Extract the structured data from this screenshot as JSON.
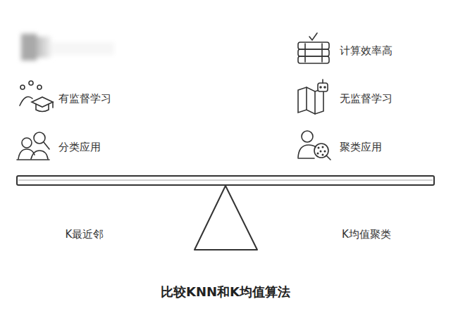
{
  "diagram": {
    "title": "比较KNN和K均值算法",
    "labels": [
      "有监督学习",
      "分类应用",
      "计算效率高",
      "无监督学习",
      "聚类应用",
      "K最近邻",
      "K均值聚类"
    ]
  }
}
